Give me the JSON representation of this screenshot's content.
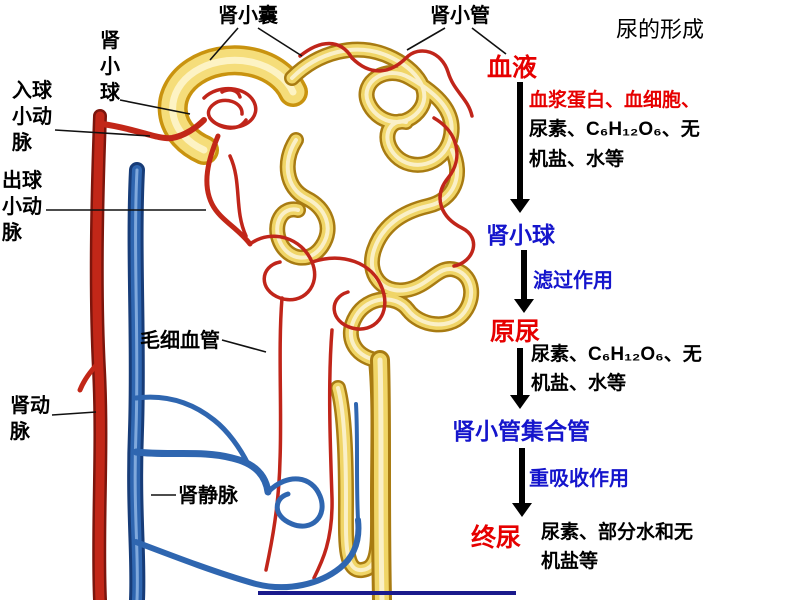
{
  "slide": {
    "title": "尿的形成"
  },
  "diagram": {
    "labels": {
      "capsule": "肾小囊",
      "tubule": "肾小管",
      "glomerulus": "肾\n小\n球",
      "afferent_arteriole": "入球\n小动\n脉",
      "efferent_arteriole": "出球\n小动\n脉",
      "capillaries": "毛细血管",
      "renal_artery": "肾动\n脉",
      "renal_vein": "肾静脉"
    }
  },
  "flow": {
    "blood": {
      "label": "血液",
      "components_red": "血浆蛋白、血细胞、",
      "components_black": "尿素、C₆H₁₂O₆、无机盐、水等"
    },
    "glomerulus": {
      "label": "肾小球"
    },
    "filtration": {
      "label": "滤过作用"
    },
    "primary_urine": {
      "label": "原尿",
      "components": "尿素、C₆H₁₂O₆、无机盐、水等"
    },
    "tubule_collecting_duct": {
      "label": "肾小管集合管"
    },
    "reabsorption": {
      "label": "重吸收作用"
    },
    "final_urine": {
      "label": "终尿",
      "components": "尿素、部分水和无机盐等"
    }
  },
  "colors": {
    "text_red": "#e60000",
    "text_blue": "#1515cc",
    "arrow_black": "#000000",
    "tubule_yellow": "#f0d567",
    "vessel_red": "#c22718",
    "vessel_blue": "#2f66b0",
    "divider_navy": "#1a1a8c"
  }
}
